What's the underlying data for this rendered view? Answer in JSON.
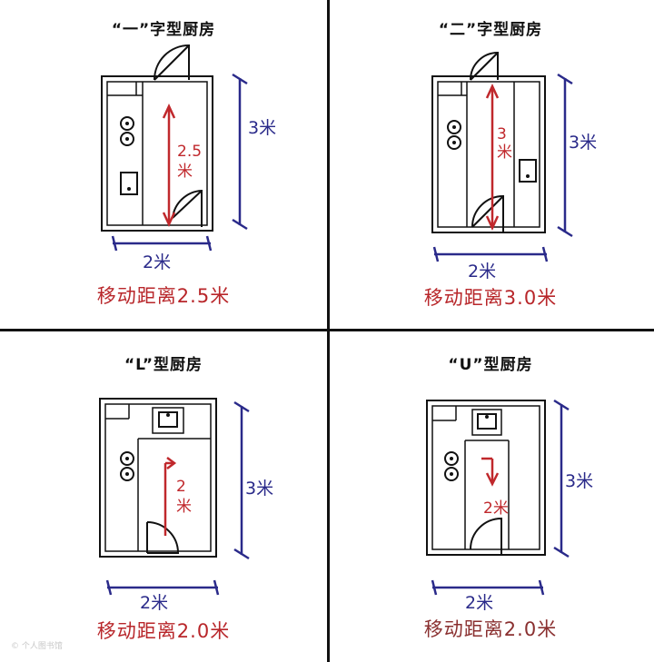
{
  "quadrants": [
    {
      "title": "“一”字型厨房",
      "length": "3米",
      "width": "2米",
      "distance": "2.5\n米",
      "move": "移动距离2.5米"
    },
    {
      "title": "“二”字型厨房",
      "length": "3米",
      "width": "2米",
      "distance": "3\n米",
      "move": "移动距离3.0米"
    },
    {
      "title": "“L”型厨房",
      "length": "3米",
      "width": "2米",
      "distance": "2\n米",
      "move": "移动距离2.0米"
    },
    {
      "title": "“U”型厨房",
      "length": "3米",
      "width": "2米",
      "distance": "2米",
      "move": "移动距离2.0米"
    }
  ],
  "watermark": "© 个人图书馆"
}
